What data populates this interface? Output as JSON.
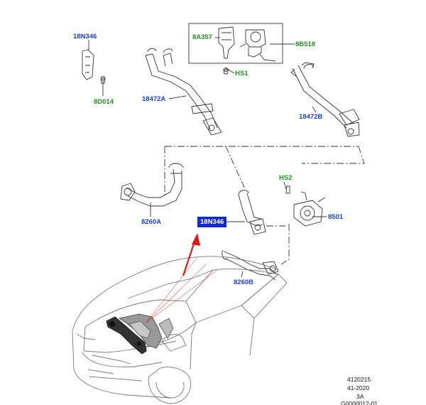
{
  "colors": {
    "part_blue": "#1f3fd0",
    "part_green": "#2c8a2c",
    "highlight": "#1528c8",
    "arrow_red": "#e01818"
  },
  "labels": {
    "n18n346_top": "18N346",
    "n8d014": "8D014",
    "n8a357": "8A357",
    "n8b518": "8B518",
    "hs1": "HS1",
    "n18472a": "18472A",
    "n18472b": "18472B",
    "hs2": "HS2",
    "n8260a": "8260A",
    "n18n346_sel": "18N346",
    "n8501": "8501",
    "n8260b": "8260B"
  },
  "reference": {
    "line1": "4120215",
    "line2": "41-2020",
    "line3": "3A",
    "line4": "G0000012-01"
  }
}
